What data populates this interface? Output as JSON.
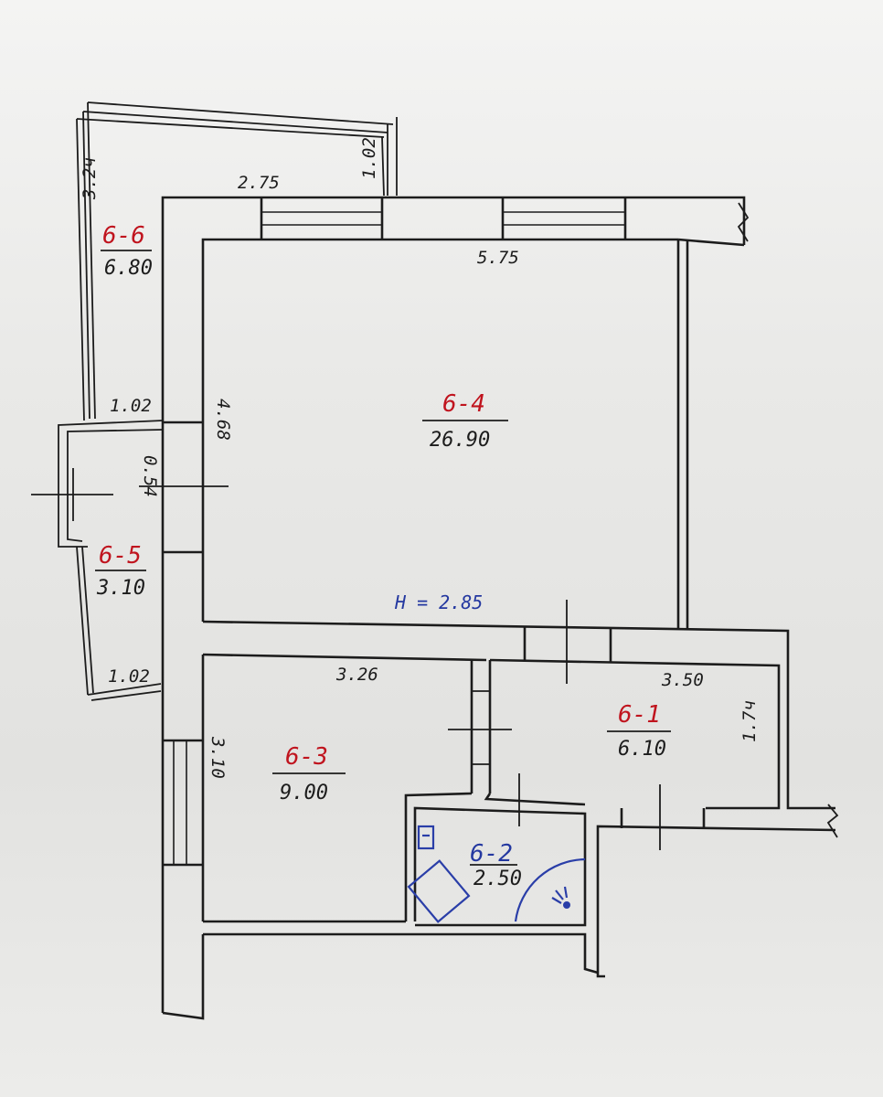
{
  "rooms": [
    {
      "id": "6-4",
      "area": "26.90"
    },
    {
      "id": "6-1",
      "area": "6.10"
    },
    {
      "id": "6-2",
      "area": "2.50"
    },
    {
      "id": "6-3",
      "area": "9.00"
    },
    {
      "id": "6-5",
      "area": "3.10"
    },
    {
      "id": "6-6",
      "area": "6.80"
    }
  ],
  "dimensions": {
    "top_2_75": "2.75",
    "main_5_75": "5.75",
    "main_4_68": "4.68",
    "balcony_1_02_top": "1.02",
    "balcony_1_02_bottom": "1.02",
    "room3_3_26": "3.26",
    "room1_3_50": "3.50",
    "room3_3_10": "3.10",
    "room1_side": "1.7ч",
    "loggia_side": "3.2ч",
    "loggia_top_small": "1.02",
    "wall_side_small": "0.54"
  },
  "ceiling_height": "H = 2.85",
  "colors": {
    "room_id": "#c0141e",
    "fixture": "#2a3ea8",
    "line": "#1c1c1c"
  }
}
